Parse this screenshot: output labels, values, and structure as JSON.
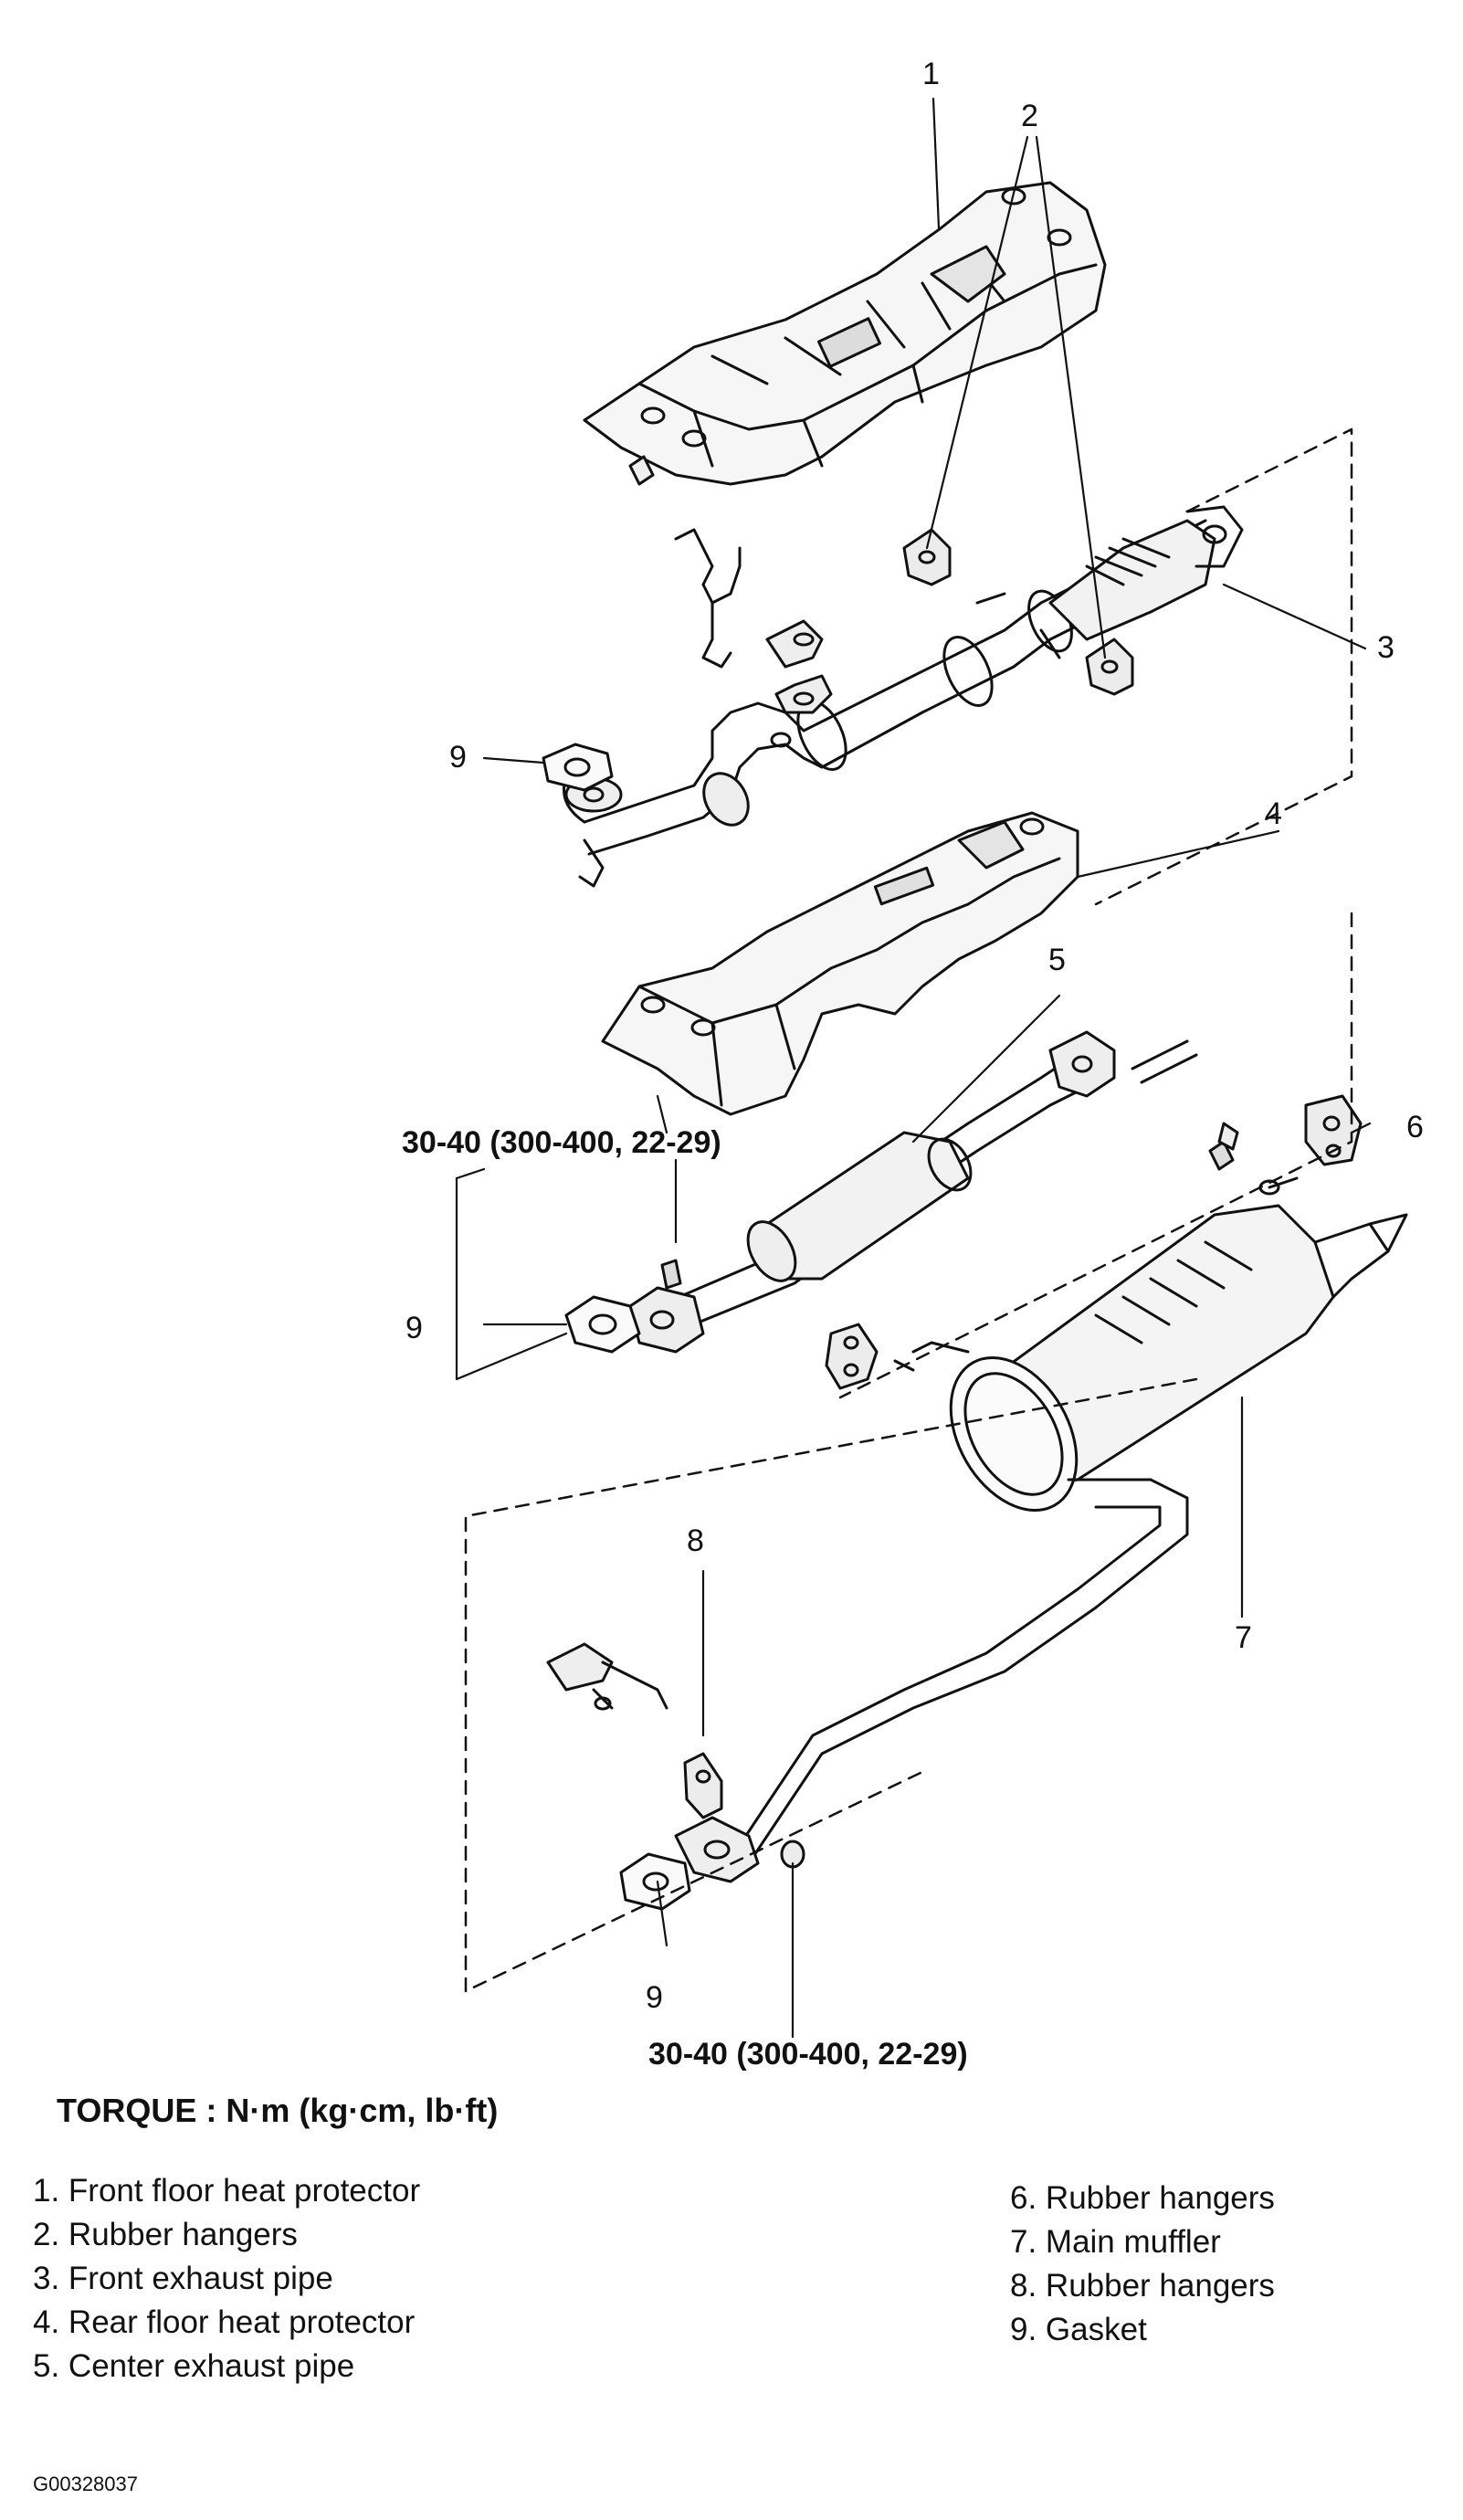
{
  "callouts": {
    "c1": "1",
    "c2": "2",
    "c3": "3",
    "c4": "4",
    "c5": "5",
    "c6": "6",
    "c7": "7",
    "c8": "8",
    "c9a": "9",
    "c9b": "9",
    "c9c": "9"
  },
  "torque_specs": {
    "upper": "30-40 (300-400, 22-29)",
    "lower": "30-40 (300-400, 22-29)"
  },
  "torque_heading": "TORQUE : N·m (kg·cm, lb·ft)",
  "legend_left": [
    "1. Front floor heat protector",
    "2. Rubber hangers",
    "3. Front exhaust pipe",
    "4. Rear floor heat protector",
    "5. Center exhaust pipe"
  ],
  "legend_right": [
    "6. Rubber hangers",
    "7. Main muffler",
    "8. Rubber hangers",
    "9. Gasket"
  ],
  "figure_code": "G00328037"
}
